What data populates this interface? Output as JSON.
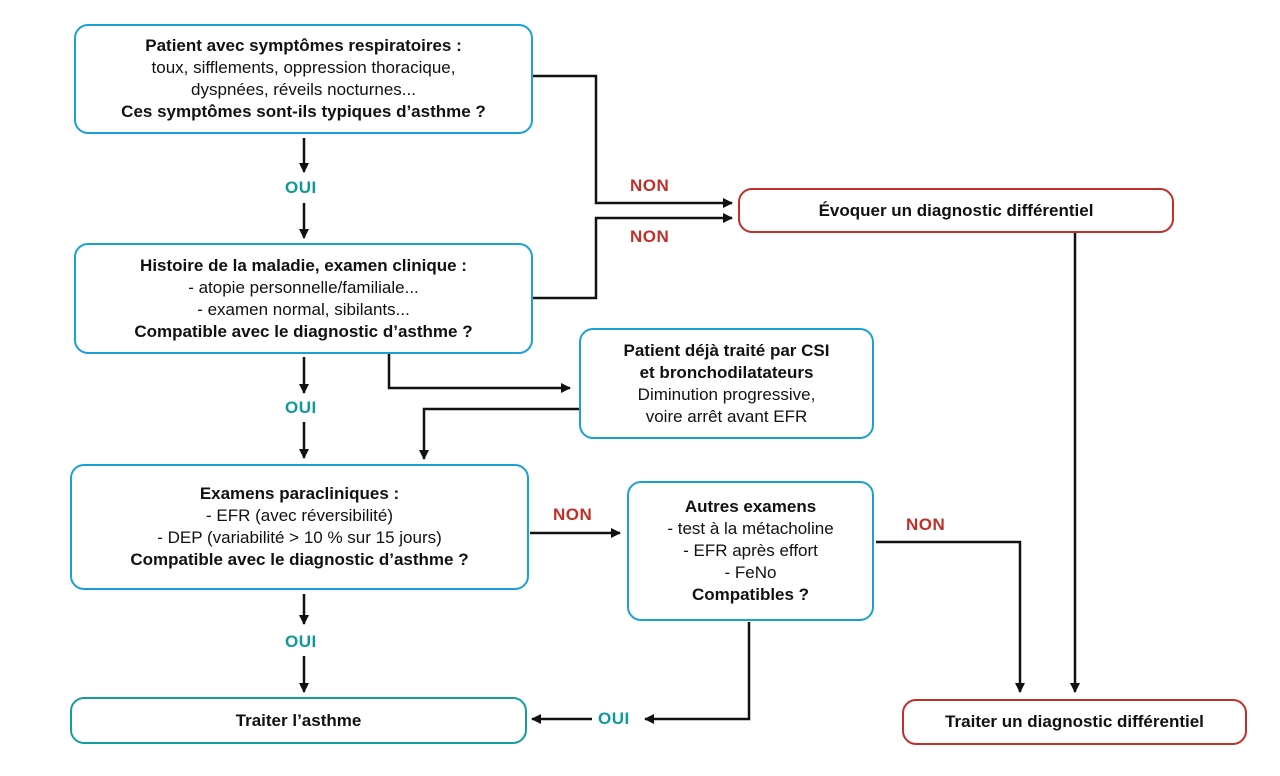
{
  "nodes": {
    "symptoms": {
      "title": "Patient avec symptômes respiratoires :",
      "lines": [
        "toux, sifflements, oppression thoracique,",
        "dyspnées, réveils nocturnes..."
      ],
      "question": "Ces symptômes sont-ils typiques d’asthme ?"
    },
    "history": {
      "title": "Histoire de la maladie, examen clinique :",
      "lines": [
        "- atopie personnelle/familiale...",
        "- examen normal, sibilants..."
      ],
      "question": "Compatible avec le diagnostic d’asthme ?"
    },
    "treated": {
      "title_lines": [
        "Patient déjà traité par CSI",
        "et bronchodilatateurs"
      ],
      "lines": [
        "Diminution progressive,",
        "voire arrêt avant EFR"
      ]
    },
    "paraclinical": {
      "title": "Examens paracliniques :",
      "lines": [
        "- EFR (avec réversibilité)",
        "- DEP (variabilité > 10 % sur 15 jours)"
      ],
      "question": "Compatible avec le diagnostic d’asthme ?"
    },
    "other_exams": {
      "title": "Autres examens",
      "lines": [
        "- test à la métacholine",
        "- EFR après effort",
        "- FeNo"
      ],
      "question": "Compatibles ?"
    },
    "differential": {
      "label": "Évoquer un diagnostic différentiel"
    },
    "treat_asthma": {
      "label": "Traiter l’asthme"
    },
    "treat_differential": {
      "label": "Traiter un diagnostic différentiel"
    }
  },
  "edge_labels": {
    "yes": "OUI",
    "no": "NON"
  },
  "colors": {
    "blue_border": "#1aa0d6",
    "teal_border": "#169c9c",
    "red_border": "#c0302a",
    "yes_text": "#0e9a9a",
    "no_text": "#c0302a"
  }
}
